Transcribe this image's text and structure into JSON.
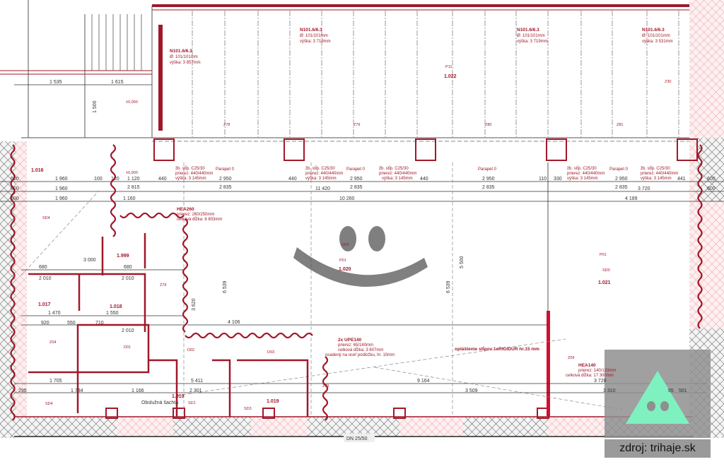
{
  "colors": {
    "wall_red": "#a0182a",
    "hatch_gray": "#555555",
    "hatch_red": "#e8a0a8",
    "logo_green": "#7ff0c0",
    "logo_bg": "#8f8f8f"
  },
  "rooms": [
    "1.016",
    "1.017",
    "1.018",
    "1.999",
    "1.019",
    "1.019",
    "1.020",
    "1.021",
    "1.022"
  ],
  "tags": {
    "p01": "P01",
    "p11": "P11",
    "sd0": "SD0",
    "sd4": "SD4",
    "z79": "Z79",
    "z04": "Z04",
    "d01": "D01",
    "d02": "D02",
    "d03": "D03",
    "z78": "Z78",
    "z80": "Z80",
    "z81": "Z81",
    "z30": "Z30",
    "z09": "Z09",
    "sd3": "SD3",
    "sd1": "SD1",
    "level": "±0,000"
  },
  "beams": {
    "name": "N101.6/6.3",
    "diameter": "Ø: 101/101mm",
    "height_a": "výška: 3 857mm",
    "height_b": "výška: 3 719mm",
    "height_c": "výška: 3 531mm"
  },
  "columns": {
    "name": "žb. stĺp. C25/30",
    "section": "prierez: 440/440mm",
    "height": "výška: 3 145mm",
    "parapet": "Parapet 0"
  },
  "hea260": {
    "name": "HEA260",
    "section": "prierez: 260/250mm",
    "length": "celková dĺžka: 6 803mm"
  },
  "upe140": {
    "name": "2x UPE140",
    "section": "prierez: 65/140mm",
    "length": "celková dĺžka: 3 607mm",
    "note": "osadený na oceľ podložku, hr. 10mm"
  },
  "cladding": "opláštenie stĺpov 1xRIGIDUR hr.15 mm",
  "hea140": {
    "name": "HEA140",
    "section": "prierez: 140/133mm",
    "length": "celková dĺžka: 17 300mm"
  },
  "dims": {
    "d2950": "2 950",
    "d2835": "2 835",
    "d440": "440",
    "d11420": "11 420",
    "d10260": "10 260",
    "d4189": "4 189",
    "d3720": "3 720",
    "d441": "441",
    "d600": "600",
    "d1960": "1 960",
    "d1120": "1 120",
    "d2815": "2 815",
    "d1160": "1 160",
    "d100": "100",
    "d120": "120",
    "d110": "110",
    "d330": "330",
    "d3000": "3 000",
    "d1470": "1 470",
    "d1550": "1 550",
    "d2010": "2 010",
    "d680": "680",
    "d920": "920",
    "d550": "550",
    "d710": "710",
    "d1705": "1 705",
    "d1734": "1 734",
    "d5411": "5 411",
    "d2301": "2 301",
    "d1166": "1 166",
    "d3509": "3 509",
    "d9164": "9 164",
    "d3310": "3 310",
    "d3728": "3 728",
    "d6539": "6 539",
    "d3620": "3 620",
    "d4106": "4 106",
    "d5500": "5 500",
    "d1535": "1 535",
    "d1615": "1 615",
    "d1500": "1 500",
    "d295": "295",
    "d65": "65",
    "d501": "501"
  },
  "shaft": "Obslužná šachta",
  "dn": "DN 25/50",
  "credit": "zdroj: trihaje.sk"
}
